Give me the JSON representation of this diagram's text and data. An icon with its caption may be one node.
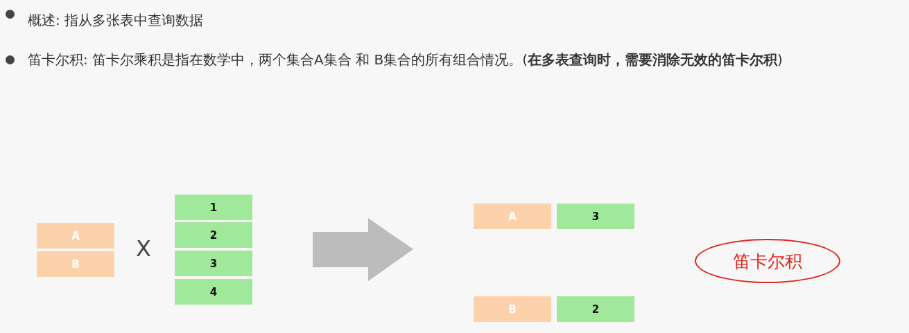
{
  "diagram": {
    "nodes": [
      {
        "text": [
          "A"
        ]
      },
      {
        "text": [
          "B"
        ]
      },
      {
        "text": [
          "1"
        ]
      },
      {
        "text": [
          "2"
        ]
      },
      {
        "text": [
          "3"
        ]
      },
      {
        "text": [
          "4"
        ]
      },
      {
        "text": [
          "A"
        ]
      },
      {
        "text": [
          "3"
        ]
      },
      {
        "text": [
          "B"
        ]
      },
      {
        "text": [
          "2"
        ]
      },
      {
        "text": [
          "笛卡尔积"
        ]
      }
    ],
    "edges": [],
    "labels": [
      "概述: 指从多张表中查询数据",
      "笛卡尔积: 笛卡尔乘积是指在数学中，两个集合A集合 和 B集合的所有组合情况。(**在多表查询时，需要消除无效的笛卡尔积**)",
      "X"
    ]
  }
}
